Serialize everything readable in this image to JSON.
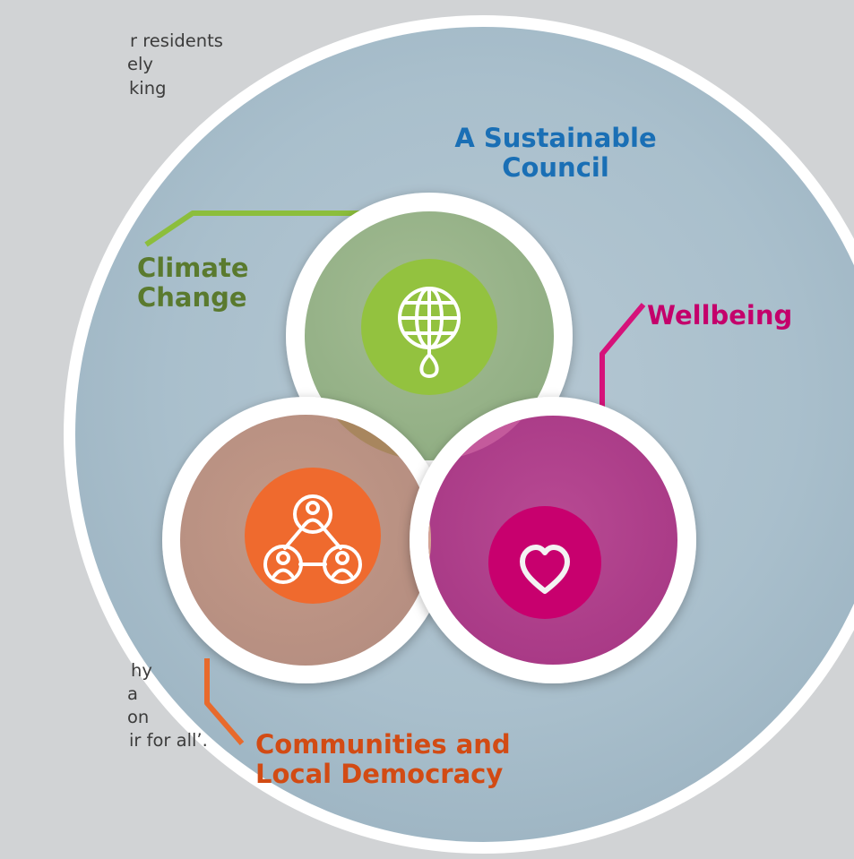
{
  "page": {
    "top_text_fragments": [
      "r residents",
      "ely",
      "king"
    ],
    "bottom_text_fragments": [
      "hy",
      "a",
      "on",
      "ir for all’."
    ]
  },
  "diagram": {
    "outer_circle": {
      "label_line1": "A Sustainable",
      "label_line2": "Council",
      "color": "#1a6fb5"
    },
    "themes": [
      {
        "label_line1": "Climate",
        "label_line2": "Change",
        "color": "#5a7a2e",
        "icon": "globe-water-drop-icon",
        "icon_bg": "#93c23f"
      },
      {
        "label_line1": "Wellbeing",
        "label_line2": "",
        "color": "#c4006b",
        "icon": "heart-icon",
        "icon_bg": "#c8006e"
      },
      {
        "label_line1": "Communities and",
        "label_line2": "Local Democracy",
        "color": "#d24b14",
        "icon": "people-network-icon",
        "icon_bg": "#ef6a2e"
      }
    ]
  }
}
